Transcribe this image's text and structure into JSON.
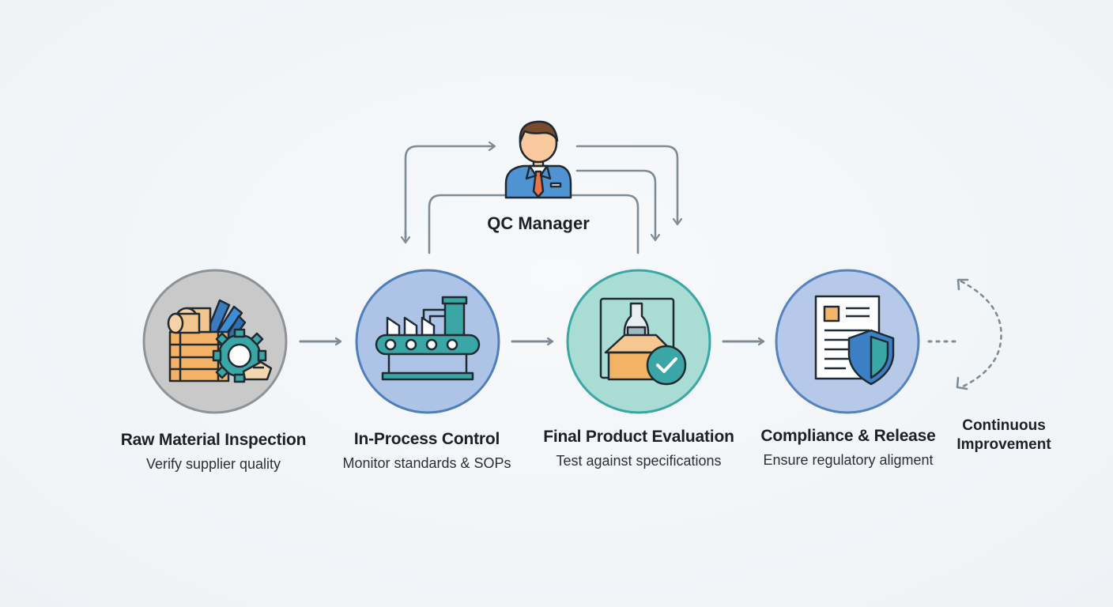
{
  "manager": {
    "title": "QC Manager",
    "icon": "manager-avatar-icon"
  },
  "steps": [
    {
      "title": "Raw Material Inspection",
      "subtitle": "Verify supplier quality",
      "icon": "raw-materials-gear-icon",
      "circle_color": "#c9c9c9"
    },
    {
      "title": "In-Process Control",
      "subtitle": "Monitor standards & SOPs",
      "icon": "conveyor-factory-icon",
      "circle_color": "#aec4e6"
    },
    {
      "title": "Final Product Evaluation",
      "subtitle": "Test against specifications",
      "icon": "product-box-check-icon",
      "circle_color": "#a9dcd4"
    },
    {
      "title": "Compliance & Release",
      "subtitle": "Ensure regulatory aligment",
      "icon": "document-shield-icon",
      "circle_color": "#b7c9e8"
    }
  ],
  "continuous_improvement": {
    "line1": "Continuous",
    "line2": "Improvement",
    "icon": "cycle-arrows-icon"
  },
  "colors": {
    "arrow": "#7f8c96",
    "outline": "#1f2a33",
    "teal": "#3aa6a5",
    "orange": "#f2b56b",
    "blue": "#3d7fc4"
  }
}
